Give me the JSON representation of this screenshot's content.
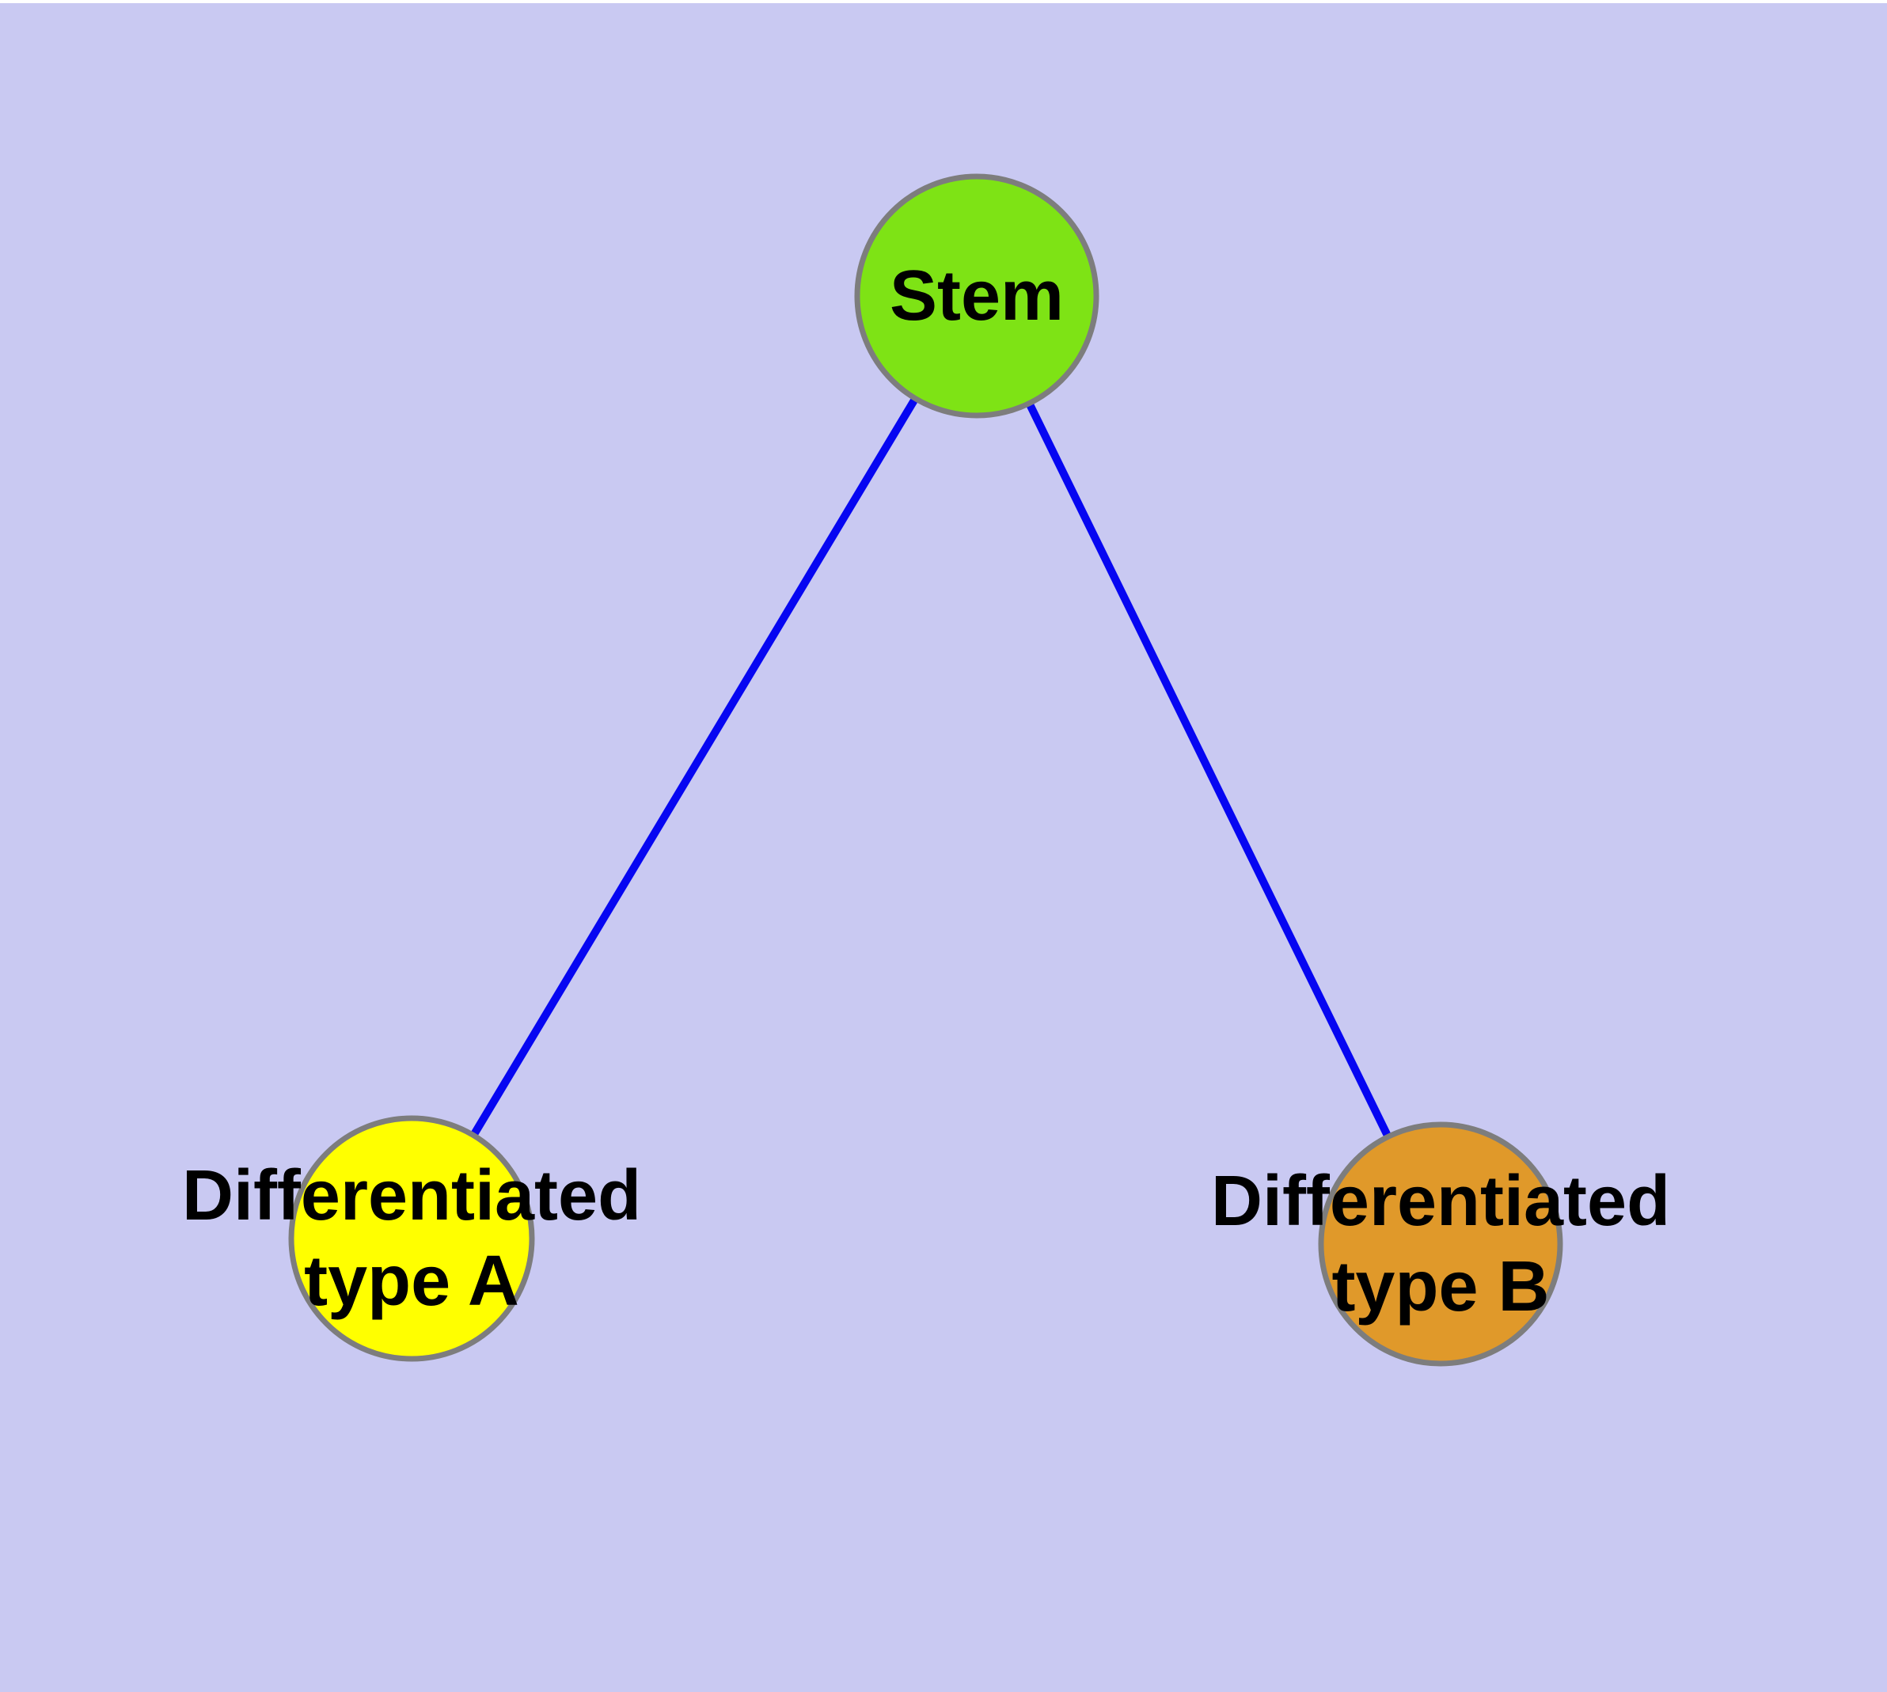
{
  "diagram": {
    "type": "node-link-graph",
    "background_color": "#c9c9f2",
    "top_strip_color": "#ffffff",
    "edge_color": "#0606f2",
    "node_border_color": "#7d7d7d",
    "label_color": "#000000",
    "nodes": [
      {
        "id": "stem",
        "label": "Stem",
        "label_lines": [
          "Stem"
        ],
        "color": "#7ee315"
      },
      {
        "id": "differentiated-type-a",
        "label": "Differentiated type A",
        "label_lines": [
          "Differentiated",
          "type A"
        ],
        "color": "#ffff00"
      },
      {
        "id": "differentiated-type-b",
        "label": "Differentiated type B",
        "label_lines": [
          "Differentiated",
          "type B"
        ],
        "color": "#e0992a"
      }
    ],
    "edges": [
      {
        "from": "stem",
        "to": "differentiated-type-a"
      },
      {
        "from": "stem",
        "to": "differentiated-type-b"
      }
    ]
  }
}
